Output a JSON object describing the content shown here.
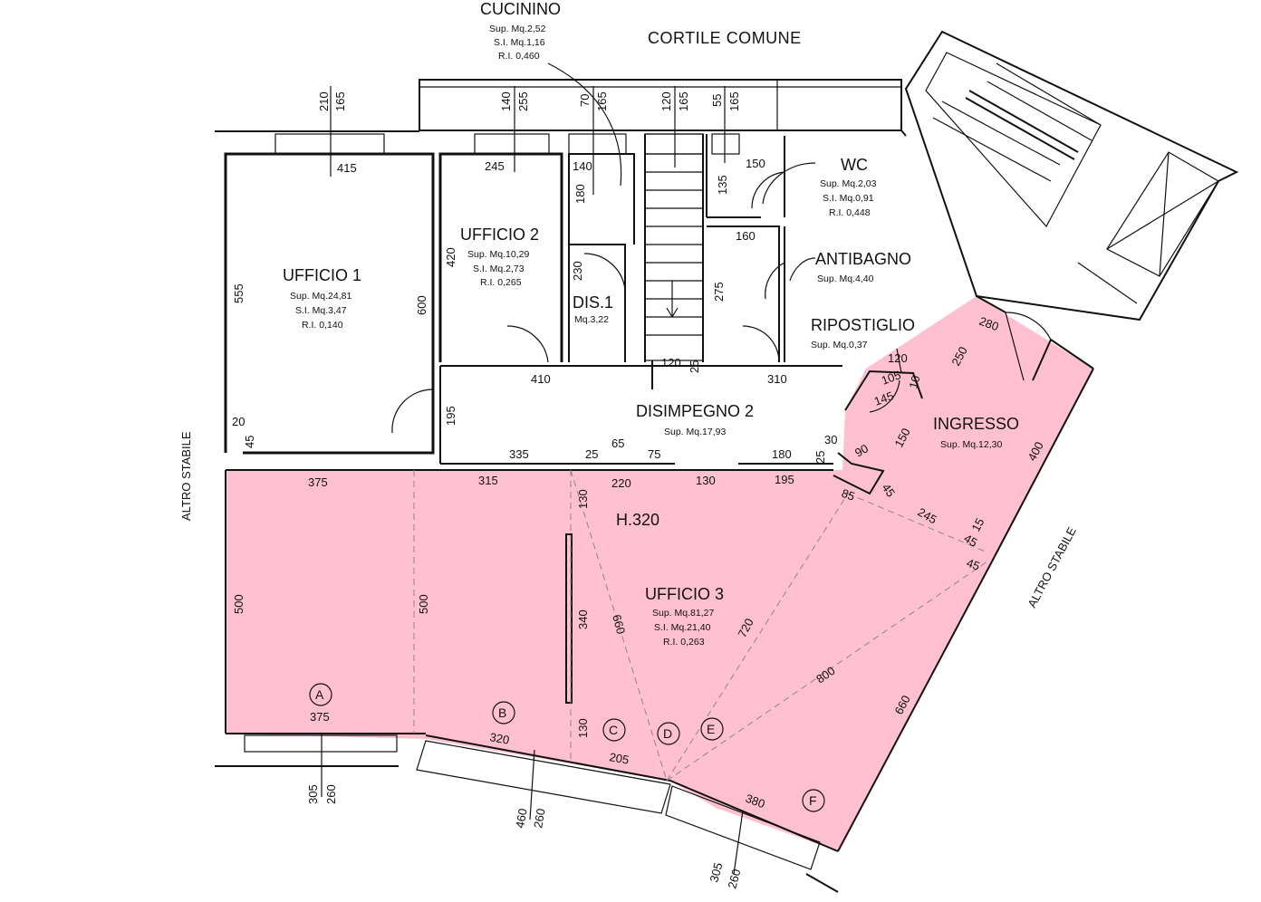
{
  "colors": {
    "highlight": "#ffc0d2",
    "wall": "#111111",
    "background": "#ffffff"
  },
  "labels": {
    "courtyard": "CORTILE COMUNE",
    "left_neighbor": "ALTRO STABILE",
    "right_neighbor": "ALTRO STABILE",
    "height": "H.320"
  },
  "rooms": {
    "cucinino": {
      "name": "CUCININO",
      "sup": "Sup. Mq.2,52",
      "si": "S.I. Mq.1,16",
      "ri": "R.I. 0,460"
    },
    "ufficio1": {
      "name": "UFFICIO 1",
      "sup": "Sup. Mq.24,81",
      "si": "S.I. Mq.3,47",
      "ri": "R.I. 0,140"
    },
    "ufficio2": {
      "name": "UFFICIO 2",
      "sup": "Sup. Mq.10,29",
      "si": "S.I. Mq.2,73",
      "ri": "R.I. 0,265"
    },
    "dis1": {
      "name": "DIS.1",
      "sup": "Mq.3,22"
    },
    "wc": {
      "name": "WC",
      "sup": "Sup. Mq.2,03",
      "si": "S.I. Mq.0,91",
      "ri": "R.I. 0,448"
    },
    "antibagno": {
      "name": "ANTIBAGNO",
      "sup": "Sup. Mq.4,40"
    },
    "ripostiglio": {
      "name": "RIPOSTIGLIO",
      "sup": "Sup. Mq.0,37"
    },
    "disimpegno2": {
      "name": "DISIMPEGNO 2",
      "sup": "Sup. Mq.17,93"
    },
    "ingresso": {
      "name": "INGRESSO",
      "sup": "Sup. Mq.12,30"
    },
    "ufficio3": {
      "name": "UFFICIO 3",
      "sup": "Sup. Mq.81,27",
      "si": "S.I. Mq.21,40",
      "ri": "R.I. 0,263"
    }
  },
  "markers": [
    "A",
    "B",
    "C",
    "D",
    "E",
    "F"
  ],
  "dims": {
    "d210": "210",
    "d165a": "165",
    "d140a": "140",
    "d255": "255",
    "d70": "70",
    "d165b": "165",
    "d120a": "120",
    "d165c": "165",
    "d55": "55",
    "d165d": "165",
    "d415": "415",
    "d245": "245",
    "d140b": "140",
    "d180": "180",
    "d135": "135",
    "d150a": "150",
    "d555": "555",
    "d600": "600",
    "d420": "420",
    "d230": "230",
    "d160": "160",
    "d275": "275",
    "d20": "20",
    "d45a": "45",
    "d410": "410",
    "d120b": "120",
    "d25a": "25",
    "d310": "310",
    "d120c": "120",
    "d105": "105",
    "d10": "10",
    "d145": "145",
    "d280": "280",
    "d250": "250",
    "d195a": "195",
    "d335": "335",
    "d25b": "25",
    "d65": "65",
    "d75": "75",
    "d180b": "180",
    "d25c": "25",
    "d30": "30",
    "d90": "90",
    "d150b": "150",
    "d400": "400",
    "d375a": "375",
    "d315": "315",
    "d220": "220",
    "d130a": "130",
    "d195b": "195",
    "d85": "85",
    "d45b": "45",
    "d245b": "245",
    "d15": "15",
    "d45c": "45",
    "d45d": "45",
    "d130b": "130",
    "d500a": "500",
    "d500b": "500",
    "d340": "340",
    "d660a": "660",
    "d720": "720",
    "d800": "800",
    "d660b": "660",
    "d375b": "375",
    "d320": "320",
    "d130c": "130",
    "d205": "205",
    "d380": "380",
    "d305a": "305",
    "d260a": "260",
    "d460": "460",
    "d260b": "260",
    "d305b": "305",
    "d260c": "260"
  }
}
